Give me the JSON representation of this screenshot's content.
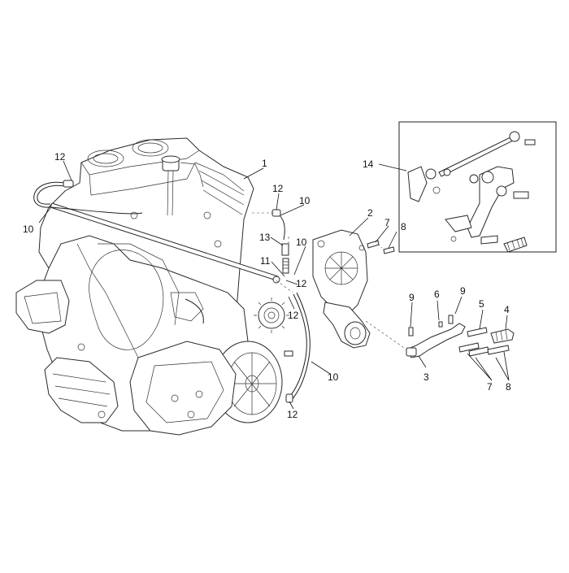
{
  "diagram": {
    "callouts": [
      {
        "id": "c1",
        "text": "1"
      },
      {
        "id": "c2",
        "text": "2"
      },
      {
        "id": "c3",
        "text": "3"
      },
      {
        "id": "c4",
        "text": "4"
      },
      {
        "id": "c5",
        "text": "5"
      },
      {
        "id": "c6",
        "text": "6"
      },
      {
        "id": "c7a",
        "text": "7"
      },
      {
        "id": "c7b",
        "text": "7"
      },
      {
        "id": "c8a",
        "text": "8"
      },
      {
        "id": "c8b",
        "text": "8"
      },
      {
        "id": "c9a",
        "text": "9"
      },
      {
        "id": "c9b",
        "text": "9"
      },
      {
        "id": "c10a",
        "text": "10"
      },
      {
        "id": "c10b",
        "text": "10"
      },
      {
        "id": "c10c",
        "text": "10"
      },
      {
        "id": "c10d",
        "text": "10"
      },
      {
        "id": "c11",
        "text": "11"
      },
      {
        "id": "c12a",
        "text": "12"
      },
      {
        "id": "c12b",
        "text": "12"
      },
      {
        "id": "c12c",
        "text": "12"
      },
      {
        "id": "c12d",
        "text": "12"
      },
      {
        "id": "c12e",
        "text": "12"
      },
      {
        "id": "c13",
        "text": "13"
      },
      {
        "id": "c14",
        "text": "14"
      }
    ]
  }
}
